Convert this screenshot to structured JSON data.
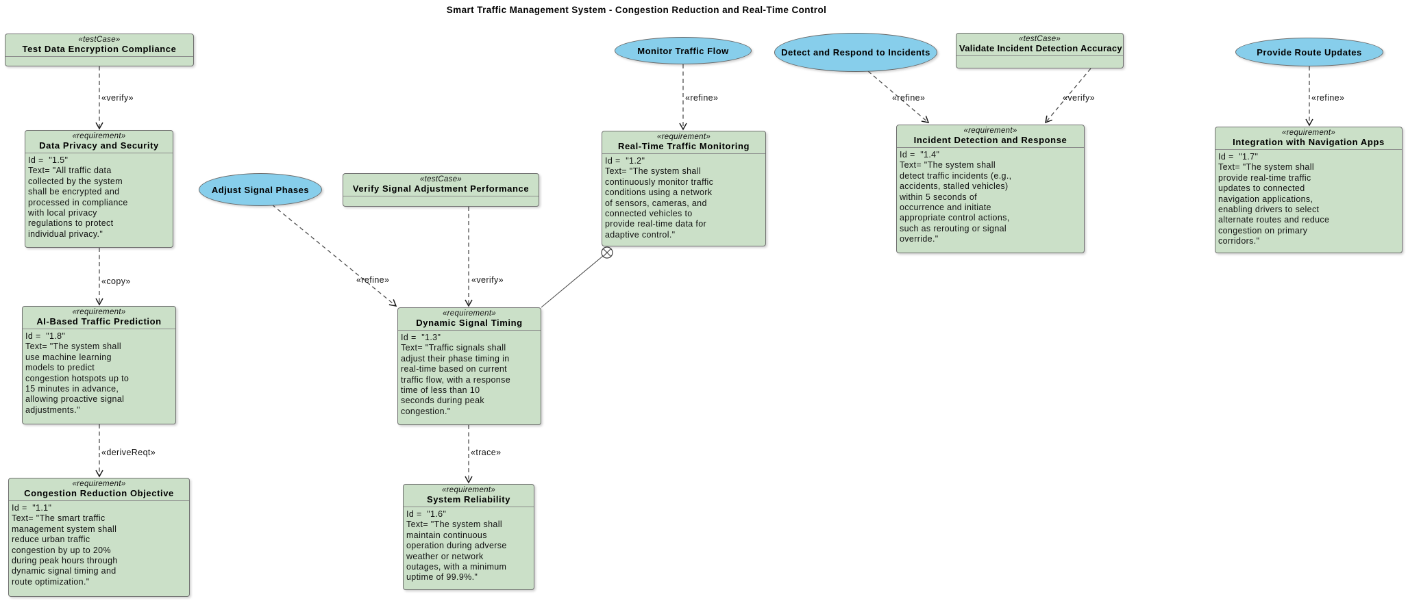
{
  "title": "Smart Traffic Management System - Congestion Reduction and Real-Time Control",
  "colors": {
    "requirement_fill": "#cbe0c8",
    "usecase_fill": "#87ceeb",
    "node_border": "#6f6f6f",
    "connector_line": "#4d4d4d"
  },
  "nodes": {
    "test_data_encryption_compliance": {
      "stereotype": "«testCase»",
      "name": "Test Data Encryption Compliance"
    },
    "data_privacy_and_security": {
      "stereotype": "«requirement»",
      "name": "Data Privacy and Security",
      "body": "Id =  \"1.5\"\nText= \"All traffic data\ncollected by the system\nshall be encrypted and\nprocessed in compliance\nwith local privacy\nregulations to protect\nindividual privacy.\""
    },
    "ai_based_traffic_prediction": {
      "stereotype": "«requirement»",
      "name": "AI-Based Traffic Prediction",
      "body": "Id =  \"1.8\"\nText= \"The system shall\nuse machine learning\nmodels to predict\ncongestion hotspots up to\n15 minutes in advance,\nallowing proactive signal\nadjustments.\""
    },
    "congestion_reduction_objective": {
      "stereotype": "«requirement»",
      "name": "Congestion Reduction Objective",
      "body": "Id =  \"1.1\"\nText= \"The smart traffic\nmanagement system shall\nreduce urban traffic\ncongestion by up to 20%\nduring peak hours through\ndynamic signal timing and\nroute optimization.\""
    },
    "verify_signal_adjustment_performance": {
      "stereotype": "«testCase»",
      "name": "Verify Signal Adjustment Performance"
    },
    "dynamic_signal_timing": {
      "stereotype": "«requirement»",
      "name": "Dynamic Signal Timing",
      "body": "Id =  \"1.3\"\nText= \"Traffic signals shall\nadjust their phase timing in\nreal-time based on current\ntraffic flow, with a response\ntime of less than 10\nseconds during peak\ncongestion.\""
    },
    "system_reliability": {
      "stereotype": "«requirement»",
      "name": "System Reliability",
      "body": "Id =  \"1.6\"\nText= \"The system shall\nmaintain continuous\noperation during adverse\nweather or network\noutages, with a minimum\nuptime of 99.9%.\""
    },
    "real_time_traffic_monitoring": {
      "stereotype": "«requirement»",
      "name": "Real-Time Traffic Monitoring",
      "body": "Id =  \"1.2\"\nText= \"The system shall\ncontinuously monitor traffic\nconditions using a network\nof sensors, cameras, and\nconnected vehicles to\nprovide real-time data for\nadaptive control.\""
    },
    "validate_incident_detection_accuracy": {
      "stereotype": "«testCase»",
      "name": "Validate Incident Detection Accuracy"
    },
    "incident_detection_and_response": {
      "stereotype": "«requirement»",
      "name": "Incident Detection and Response",
      "body": "Id =  \"1.4\"\nText= \"The system shall\ndetect traffic incidents (e.g.,\naccidents, stalled vehicles)\nwithin 5 seconds of\noccurrence and initiate\nappropriate control actions,\nsuch as rerouting or signal\noverride.\""
    },
    "integration_with_navigation_apps": {
      "stereotype": "«requirement»",
      "name": "Integration with Navigation Apps",
      "body": "Id =  \"1.7\"\nText= \"The system shall\nprovide real-time traffic\nupdates to connected\nnavigation applications,\nenabling drivers to select\nalternate routes and reduce\ncongestion on primary\ncorridors.\""
    }
  },
  "usecases": {
    "adjust_signal_phases": {
      "name": "Adjust Signal Phases"
    },
    "monitor_traffic_flow": {
      "name": "Monitor Traffic Flow"
    },
    "detect_and_respond_to_incidents": {
      "name": "Detect and Respond to Incidents"
    },
    "provide_route_updates": {
      "name": "Provide Route Updates"
    }
  },
  "connectors": {
    "verify_test_data": {
      "label": "«verify»"
    },
    "copy_privacy": {
      "label": "«copy»"
    },
    "derive_congestion": {
      "label": "«deriveReqt»"
    },
    "refine_adjust": {
      "label": "«refine»"
    },
    "verify_signal": {
      "label": "«verify»"
    },
    "trace_reliability": {
      "label": "«trace»"
    },
    "refine_monitor": {
      "label": "«refine»"
    },
    "refine_detect": {
      "label": "«refine»"
    },
    "verify_incident": {
      "label": "«verify»"
    },
    "refine_route": {
      "label": "«refine»"
    }
  }
}
